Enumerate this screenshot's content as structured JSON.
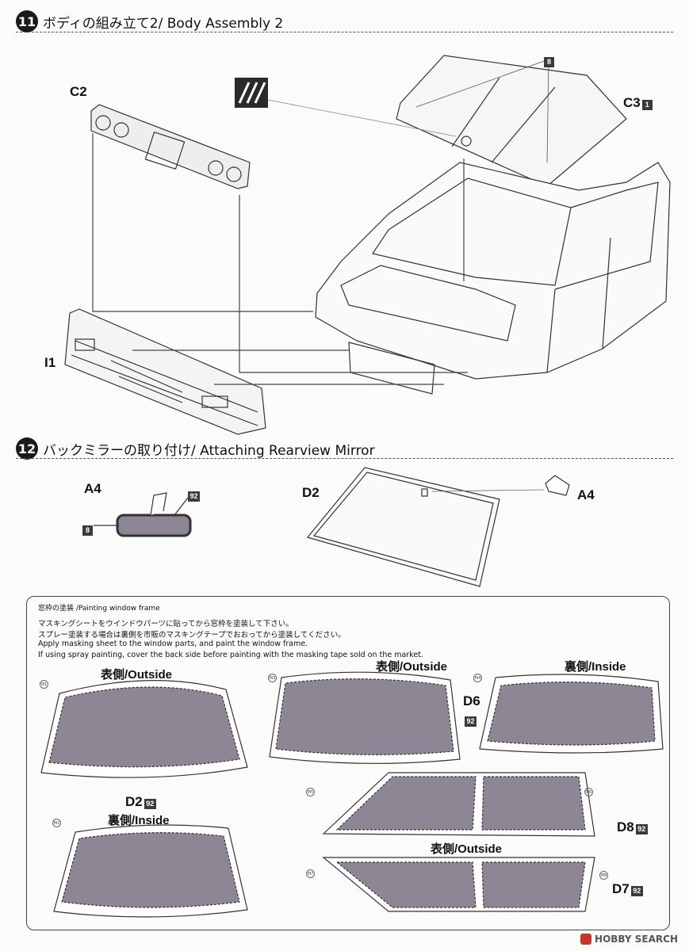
{
  "step11": {
    "number": "11",
    "title": "ボディの組み立て2/ Body Assembly 2"
  },
  "step12": {
    "number": "12",
    "title": "バックミラーの取り付け/ Attaching Rearview Mirror"
  },
  "parts": {
    "c2": "C2",
    "c3": "C3",
    "c3_color": "1",
    "i1": "I1",
    "hood_color": "8",
    "a4_left": "A4",
    "a4_right": "A4",
    "d2": "D2",
    "mirror_color_1": "92",
    "mirror_color_2": "8"
  },
  "painting_note": {
    "heading": "窓枠の塗装 /Painting window frame",
    "lines": [
      "マスキングシートをウインドウパーツに貼ってから窓枠を塗装して下さい。",
      "スプレー塗装する場合は裏側を市販のマスキングテープでおおってから塗装してください。",
      "Apply masking sheet to the window parts, and paint the window frame.",
      "If using spray painting, cover the back side before painting with the masking tape sold on the market."
    ]
  },
  "windows": {
    "outside": "表側/Outside",
    "inside": "裏側/Inside",
    "d2": "D2",
    "d6": "D6",
    "d7": "D7",
    "d8": "D8",
    "color": "92",
    "m1": "M1",
    "m2": "M2",
    "m3": "M3",
    "m4": "M4",
    "m5": "M5",
    "m6": "M6",
    "m7": "M7",
    "m8": "M8"
  },
  "watermark": "HOBBY SEARCH",
  "colors": {
    "mask": "#8e8595",
    "line": "#333333"
  }
}
